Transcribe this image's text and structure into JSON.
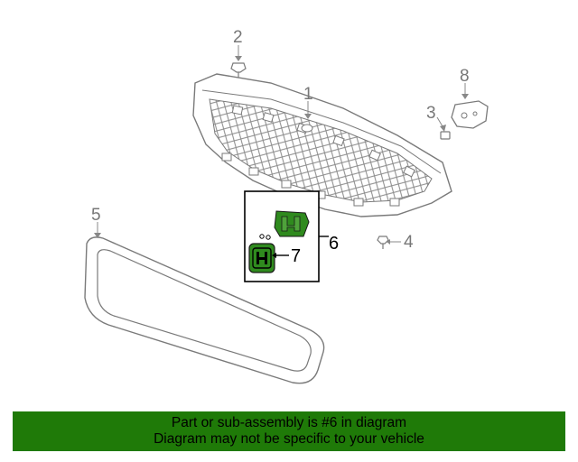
{
  "colors": {
    "accent_green": "#1f7a08",
    "part_highlight": "#2f8a1e",
    "line_gray": "#888888"
  },
  "callouts": {
    "part_1": "1",
    "part_2": "2",
    "part_3": "3",
    "part_4": "4",
    "part_5": "5",
    "part_6": "6",
    "part_7": "7",
    "part_8": "8"
  },
  "footer": {
    "line1": "Part or sub-assembly is #6 in diagram",
    "line2": "Diagram may not be specific to your vehicle"
  }
}
